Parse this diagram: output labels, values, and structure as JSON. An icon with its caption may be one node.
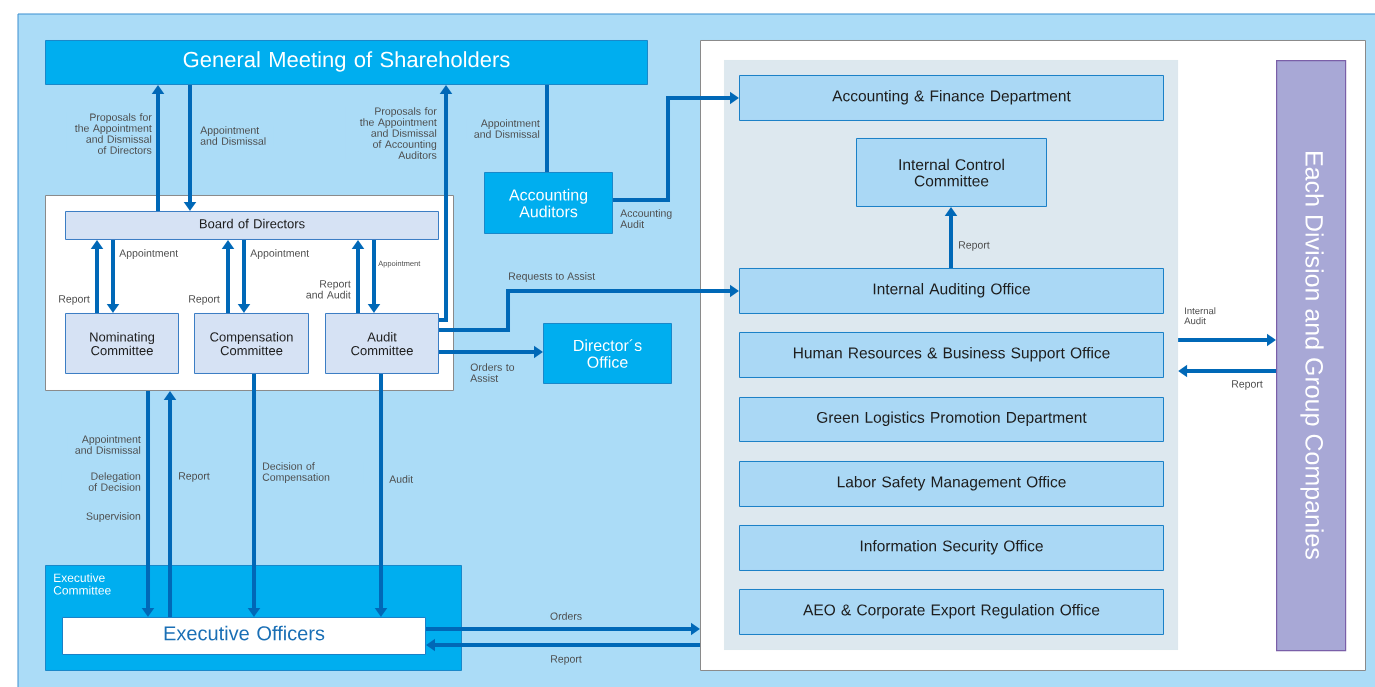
{
  "diagram": {
    "nodes": [
      {
        "text": [
          "General Meeting of Shareholders"
        ]
      },
      {
        "text": [],
        "shape": "box"
      },
      {
        "text": [
          "Board of Directors"
        ],
        "in": 1
      },
      {
        "text": [
          "Nominating Committee"
        ],
        "in": 1
      },
      {
        "text": [
          "Compensation Committee"
        ],
        "in": 1
      },
      {
        "text": [
          "Audit Committee"
        ],
        "in": 1
      },
      {
        "text": [
          "Accounting Auditors"
        ]
      },
      {
        "text": [
          "Director´s Office"
        ]
      },
      {
        "text": [
          "Executive Committee"
        ]
      },
      {
        "text": [
          "Executive Officers"
        ],
        "in": 8
      },
      {
        "text": [],
        "shape": "box"
      },
      {
        "text": [],
        "shape": "box",
        "in": 10
      },
      {
        "text": [
          "Accounting & Finance Department"
        ],
        "in": 11
      },
      {
        "text": [
          "Internal Control Committee"
        ],
        "in": 11
      },
      {
        "text": [
          "Internal Auditing Office"
        ],
        "in": 11
      },
      {
        "text": [
          "Human Resources & Business Support Office"
        ],
        "in": 11
      },
      {
        "text": [
          "Green Logistics Promotion Department"
        ],
        "in": 11
      },
      {
        "text": [
          "Labor Safety Management Office"
        ],
        "in": 11
      },
      {
        "text": [
          "Information Security Office"
        ],
        "in": 11
      },
      {
        "text": [
          "AEO & Corporate Export Regulation Office"
        ],
        "in": 11
      },
      {
        "text": [
          "Each Division and Group Companies"
        ],
        "in": 10
      }
    ],
    "edges": [
      {
        "from": 2,
        "to": 0,
        "arrow": "to",
        "label": "Proposals for the Appointment and Dismissal of Directors"
      },
      {
        "from": 0,
        "to": 2,
        "arrow": "to",
        "label": "Appointment and Dismissal"
      },
      {
        "from": 5,
        "to": 0,
        "arrow": "to",
        "label": "Proposals for the Appointment and Dismissal of Accounting Auditors"
      },
      {
        "from": 0,
        "to": 6,
        "arrow": "none",
        "label": "Appointment and Dismissal"
      },
      {
        "from": 6,
        "to": 12,
        "arrow": "to",
        "label": "Accounting Audit"
      },
      {
        "from": 3,
        "to": 2,
        "arrow": "to",
        "label": "Report"
      },
      {
        "from": 2,
        "to": 3,
        "arrow": "to",
        "label": "Appointment"
      },
      {
        "from": 4,
        "to": 2,
        "arrow": "to",
        "label": "Report"
      },
      {
        "from": 2,
        "to": 4,
        "arrow": "to",
        "label": "Appointment"
      },
      {
        "from": 5,
        "to": 2,
        "arrow": "to",
        "label": "Report and Audit"
      },
      {
        "from": 2,
        "to": 5,
        "arrow": "to",
        "label": "Appointment"
      },
      {
        "from": 5,
        "to": 14,
        "arrow": "to",
        "label": "Requests to Assist"
      },
      {
        "from": 5,
        "to": 7,
        "arrow": "to",
        "label": "Orders to Assist"
      },
      {
        "from": 1,
        "to": 9,
        "arrow": "to",
        "label": "Appointment and Dismissal"
      },
      {
        "from": 9,
        "to": 1,
        "arrow": "to",
        "label": "Report"
      },
      {
        "from": 4,
        "to": 9,
        "arrow": "to",
        "label": "Decision of Compensation"
      },
      {
        "from": 5,
        "to": 9,
        "arrow": "to",
        "label": "Audit"
      },
      {
        "from": 9,
        "to": 10,
        "arrow": "to",
        "label": "Orders"
      },
      {
        "from": 10,
        "to": 9,
        "arrow": "to",
        "label": "Report"
      },
      {
        "from": 14,
        "to": 13,
        "arrow": "to",
        "label": "Report"
      },
      {
        "from": 11,
        "to": 20,
        "arrow": "to",
        "label": "Internal Audit"
      },
      {
        "from": 20,
        "to": 11,
        "arrow": "to",
        "label": "Report"
      }
    ],
    "labels": [
      "Delegation of Decision",
      "Supervision"
    ]
  }
}
